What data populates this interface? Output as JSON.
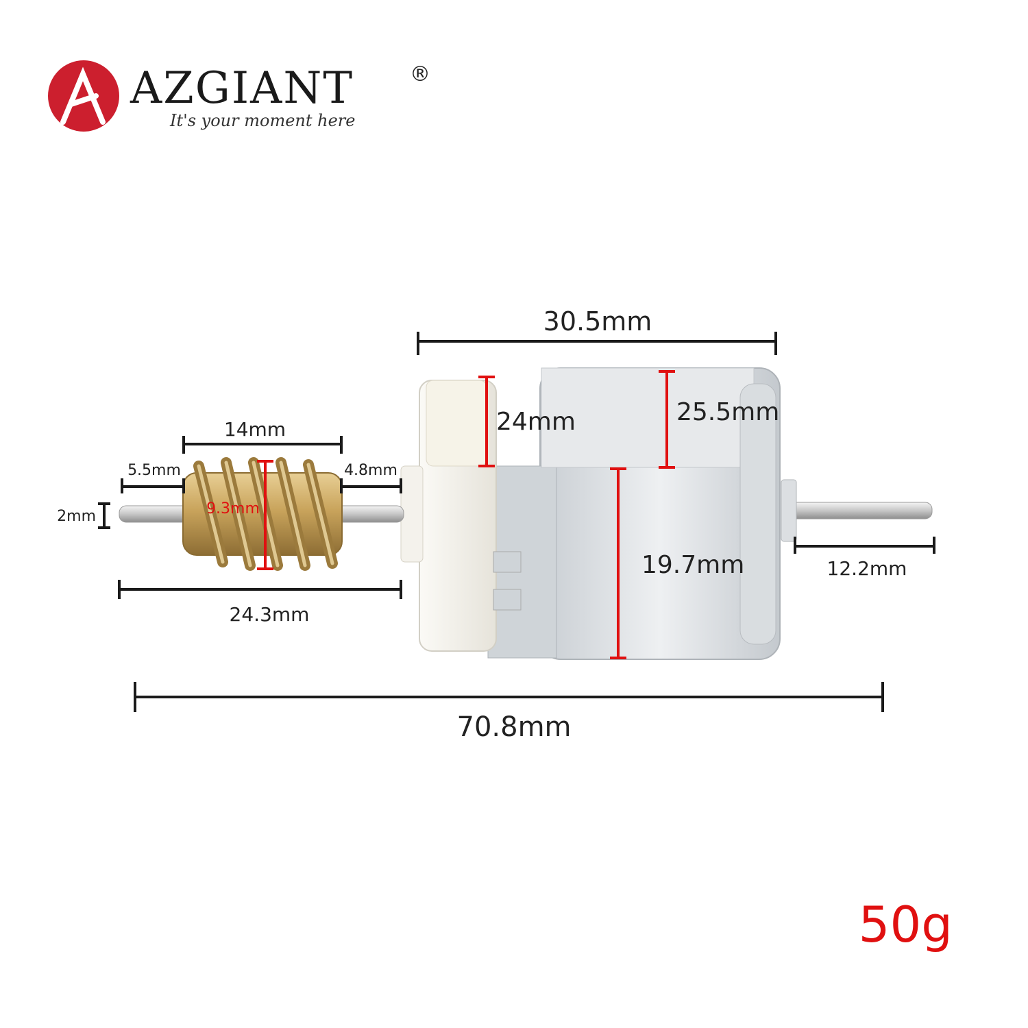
{
  "brand": {
    "name": "AZGIANT",
    "registered_mark": "®",
    "tagline": "It's your moment here",
    "color": "#cc1f2e"
  },
  "dimensions": {
    "body_length": "30.5mm",
    "end_cap_height": "24mm",
    "can_height": "25.5mm",
    "can_width": "19.7mm",
    "worm_length": "14mm",
    "worm_diameter": "9.3mm",
    "left_shaft_end": "5.5mm",
    "worm_to_body": "4.8mm",
    "shaft_diameter": "2mm",
    "left_assembly_length": "24.3mm",
    "right_shaft_length": "12.2mm",
    "overall_length": "70.8mm"
  },
  "weight": "50g",
  "colors": {
    "dimension_black": "#1a1a1a",
    "dimension_red": "#e01010",
    "brass": "#c9a45c",
    "motor_silver": "#d4d8dc",
    "end_cap": "#f2f0ea"
  }
}
